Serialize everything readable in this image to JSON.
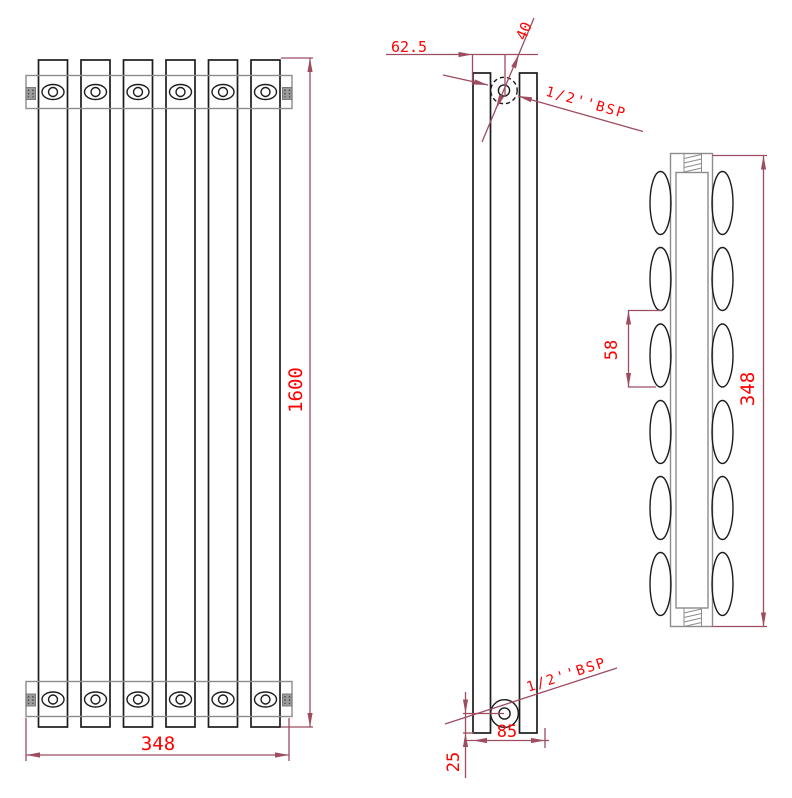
{
  "colors": {
    "outline": "#1c1c1c",
    "secondary_outline": "#8c8c8c",
    "dimension_line": "#9e4c60",
    "dimension_text": "#ff0000",
    "background": "#ffffff"
  },
  "views": {
    "front": {
      "tube_count": 6,
      "dims": {
        "height": "1600",
        "width": "348"
      }
    },
    "side": {
      "dims": {
        "top_offset": "62.5",
        "top_connection": "40",
        "depth": "85",
        "bottom_offset": "25"
      },
      "labels": {
        "top_bsp": "1/2''BSP",
        "bottom_bsp": "1/2''BSP"
      }
    },
    "section": {
      "tube_count": 12,
      "dims": {
        "length": "348",
        "tube_pitch": "58"
      }
    }
  }
}
